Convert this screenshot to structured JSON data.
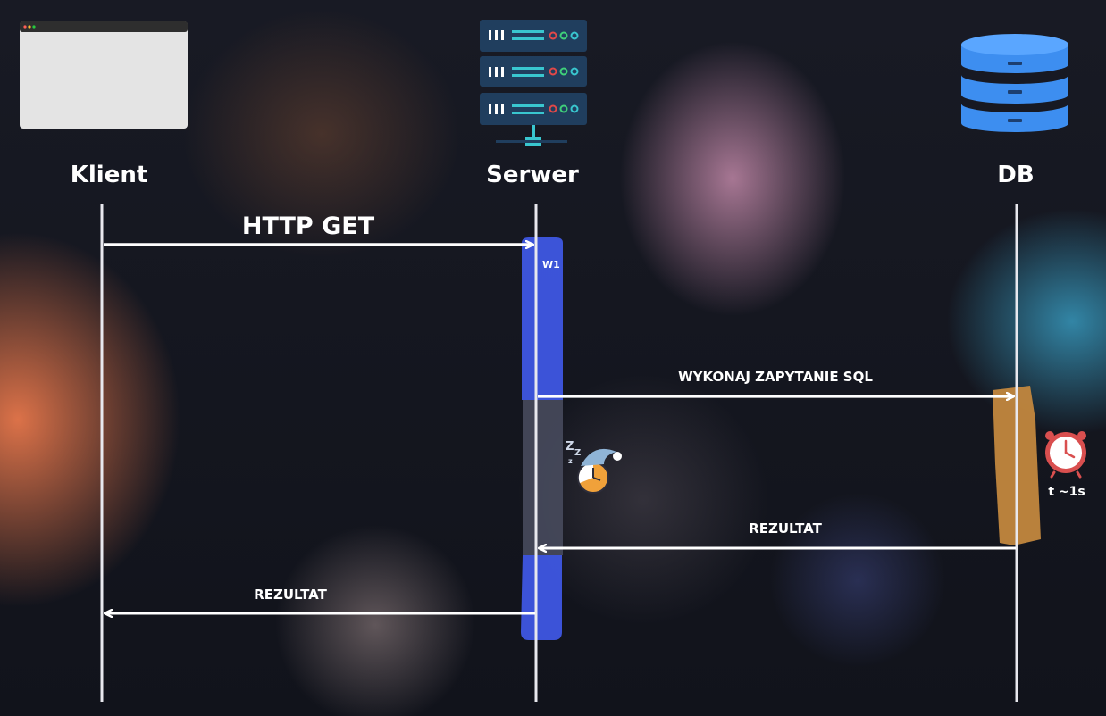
{
  "actors": {
    "client": "Klient",
    "server": "Serwer",
    "db": "DB"
  },
  "messages": {
    "http_get": "HTTP GET",
    "sql_query": "WYKONAJ ZAPYTANIE SQL",
    "db_result": "REZULTAT",
    "client_result": "REZULTAT"
  },
  "worker": {
    "label": "W1"
  },
  "timing": {
    "label": "t ~1s"
  },
  "colors": {
    "lifeline": "#e8e8ee",
    "arrow": "#ffffff",
    "activation_server": "#3e56e0",
    "activation_waiting": "#4a4e60",
    "activation_db": "#c2873e",
    "db_icon": "#3d8ef0"
  },
  "icons": {
    "client": "browser-window-icon",
    "server": "server-rack-icon",
    "db": "database-stack-icon",
    "sleep": "sleeping-clock-icon",
    "clock": "alarm-clock-icon"
  }
}
